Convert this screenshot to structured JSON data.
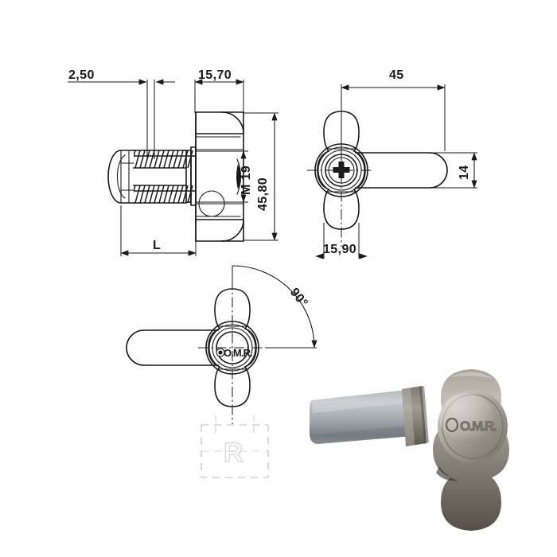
{
  "sheet": {
    "title": "Cam lock wing-knob technical drawing",
    "background_color": "#ffffff",
    "line_color": "#1a1a1a",
    "ghost_color": "#d5d5d5",
    "units_note": "mm (decimal comma)"
  },
  "views": {
    "side_section": {
      "name": "side-section-view",
      "position": "top-left",
      "description": "Side sectional view of threaded cam lock body with knurled barrel"
    },
    "front": {
      "name": "front-view",
      "position": "top-right",
      "description": "Front view of wing knob with cam arm extending right"
    },
    "rotation": {
      "name": "rotation-view",
      "position": "bottom-center",
      "description": "Front view with cam arm left and 90 degree rotation arc"
    },
    "photo": {
      "name": "product-photo",
      "position": "bottom-right",
      "description": "Photograph of metal cam lock with wing knob and flat cam arm"
    }
  },
  "dimensions": {
    "collar_thickness": {
      "label": "2,50",
      "view": "side-section"
    },
    "body_width": {
      "label": "15,70",
      "view": "side-section"
    },
    "thread_size": {
      "label": "M 19",
      "view": "side-section"
    },
    "body_height": {
      "label": "45,80",
      "view": "side-section"
    },
    "barrel_length": {
      "label": "L",
      "view": "side-section"
    },
    "cam_length": {
      "label": "45",
      "view": "front"
    },
    "cam_width": {
      "label": "14",
      "view": "front"
    },
    "knob_width": {
      "label": "15,90",
      "view": "front"
    },
    "rotation_angle": {
      "label": "90°",
      "view": "rotation"
    }
  },
  "branding": {
    "logo_text": "O.M.R.",
    "photo_logo_text": "O.M.R."
  },
  "watermark": {
    "text": "R",
    "visible": true
  },
  "photo_colors": {
    "knob_light": "#b9b3ab",
    "knob_mid": "#8d867e",
    "knob_dark": "#5d5851",
    "cam_light": "#c9ccce",
    "cam_mid": "#9aa0a4",
    "cam_dark": "#6d7478"
  }
}
